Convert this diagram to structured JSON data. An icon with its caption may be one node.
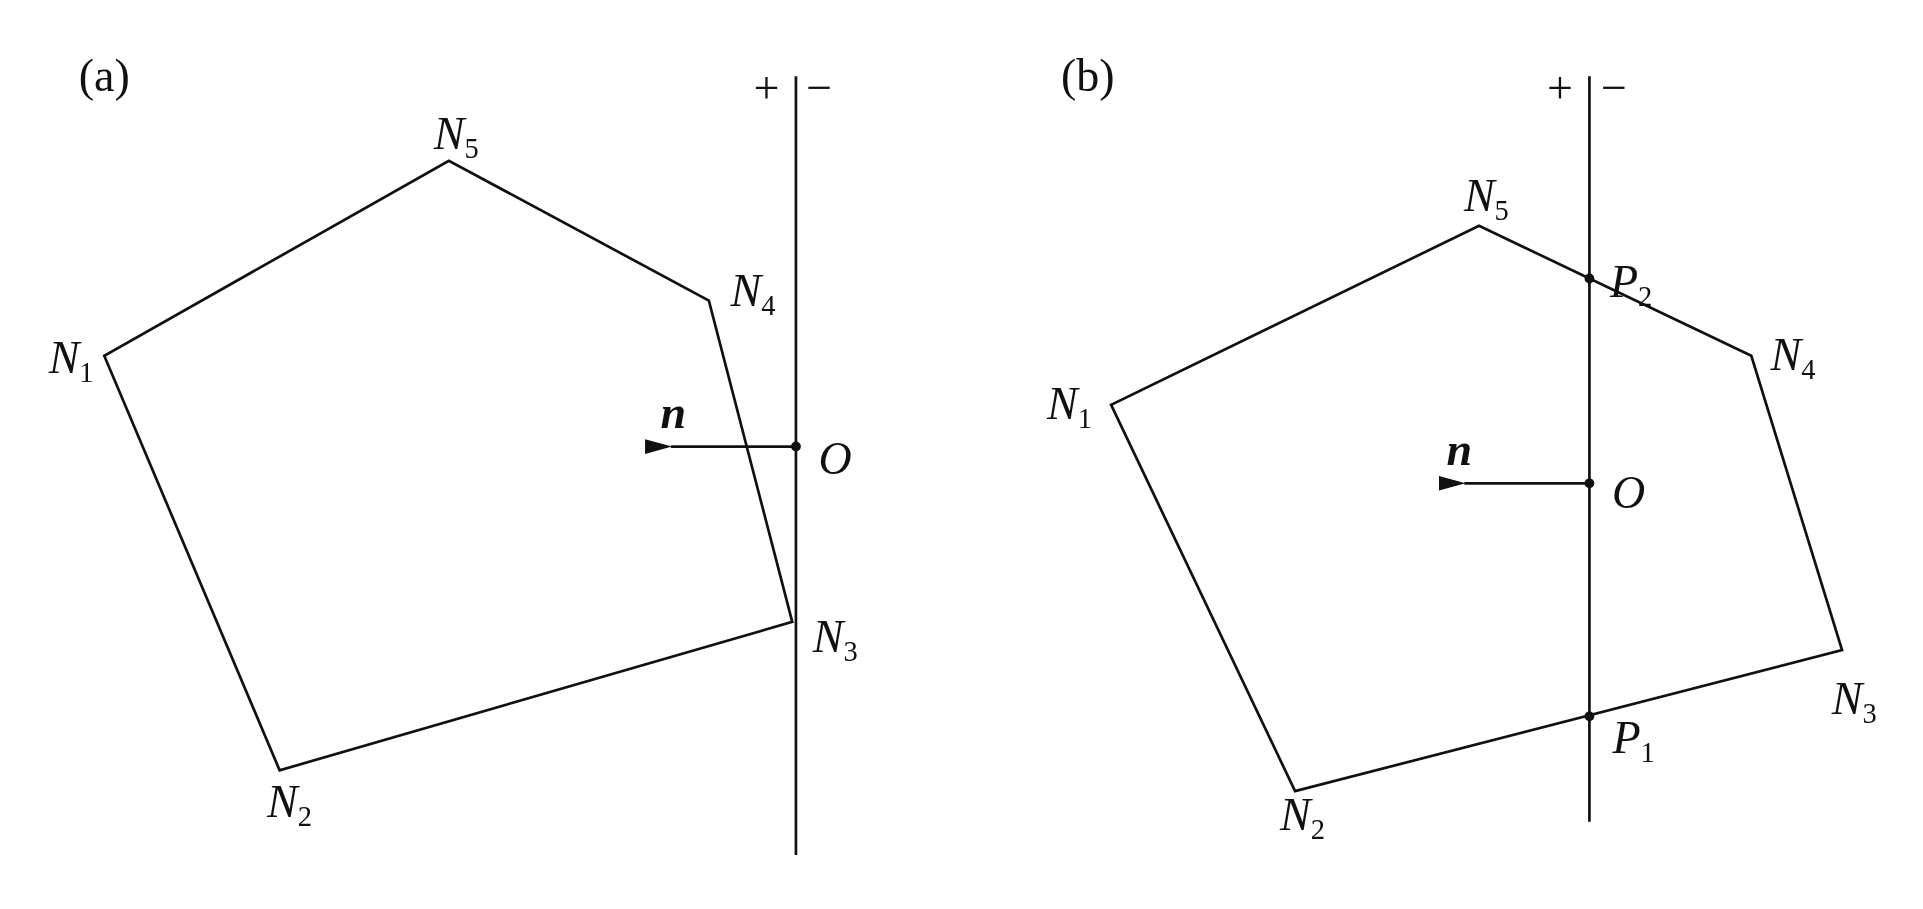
{
  "diagram": {
    "labels": [
      "(a)",
      "+",
      "−",
      "N$_{5}$",
      "N$_{4}$",
      "N$_{1}$",
      "n",
      "O",
      "N$_{3}$",
      "N$_{2}$",
      "(b)",
      "+",
      "−",
      "N$_{5}$",
      "P$_{2}$",
      "N$_{4}$",
      "N$_{1}$",
      "n",
      "O",
      "P$_{1}$",
      "N$_{3}$",
      "N$_{2}$"
    ]
  }
}
